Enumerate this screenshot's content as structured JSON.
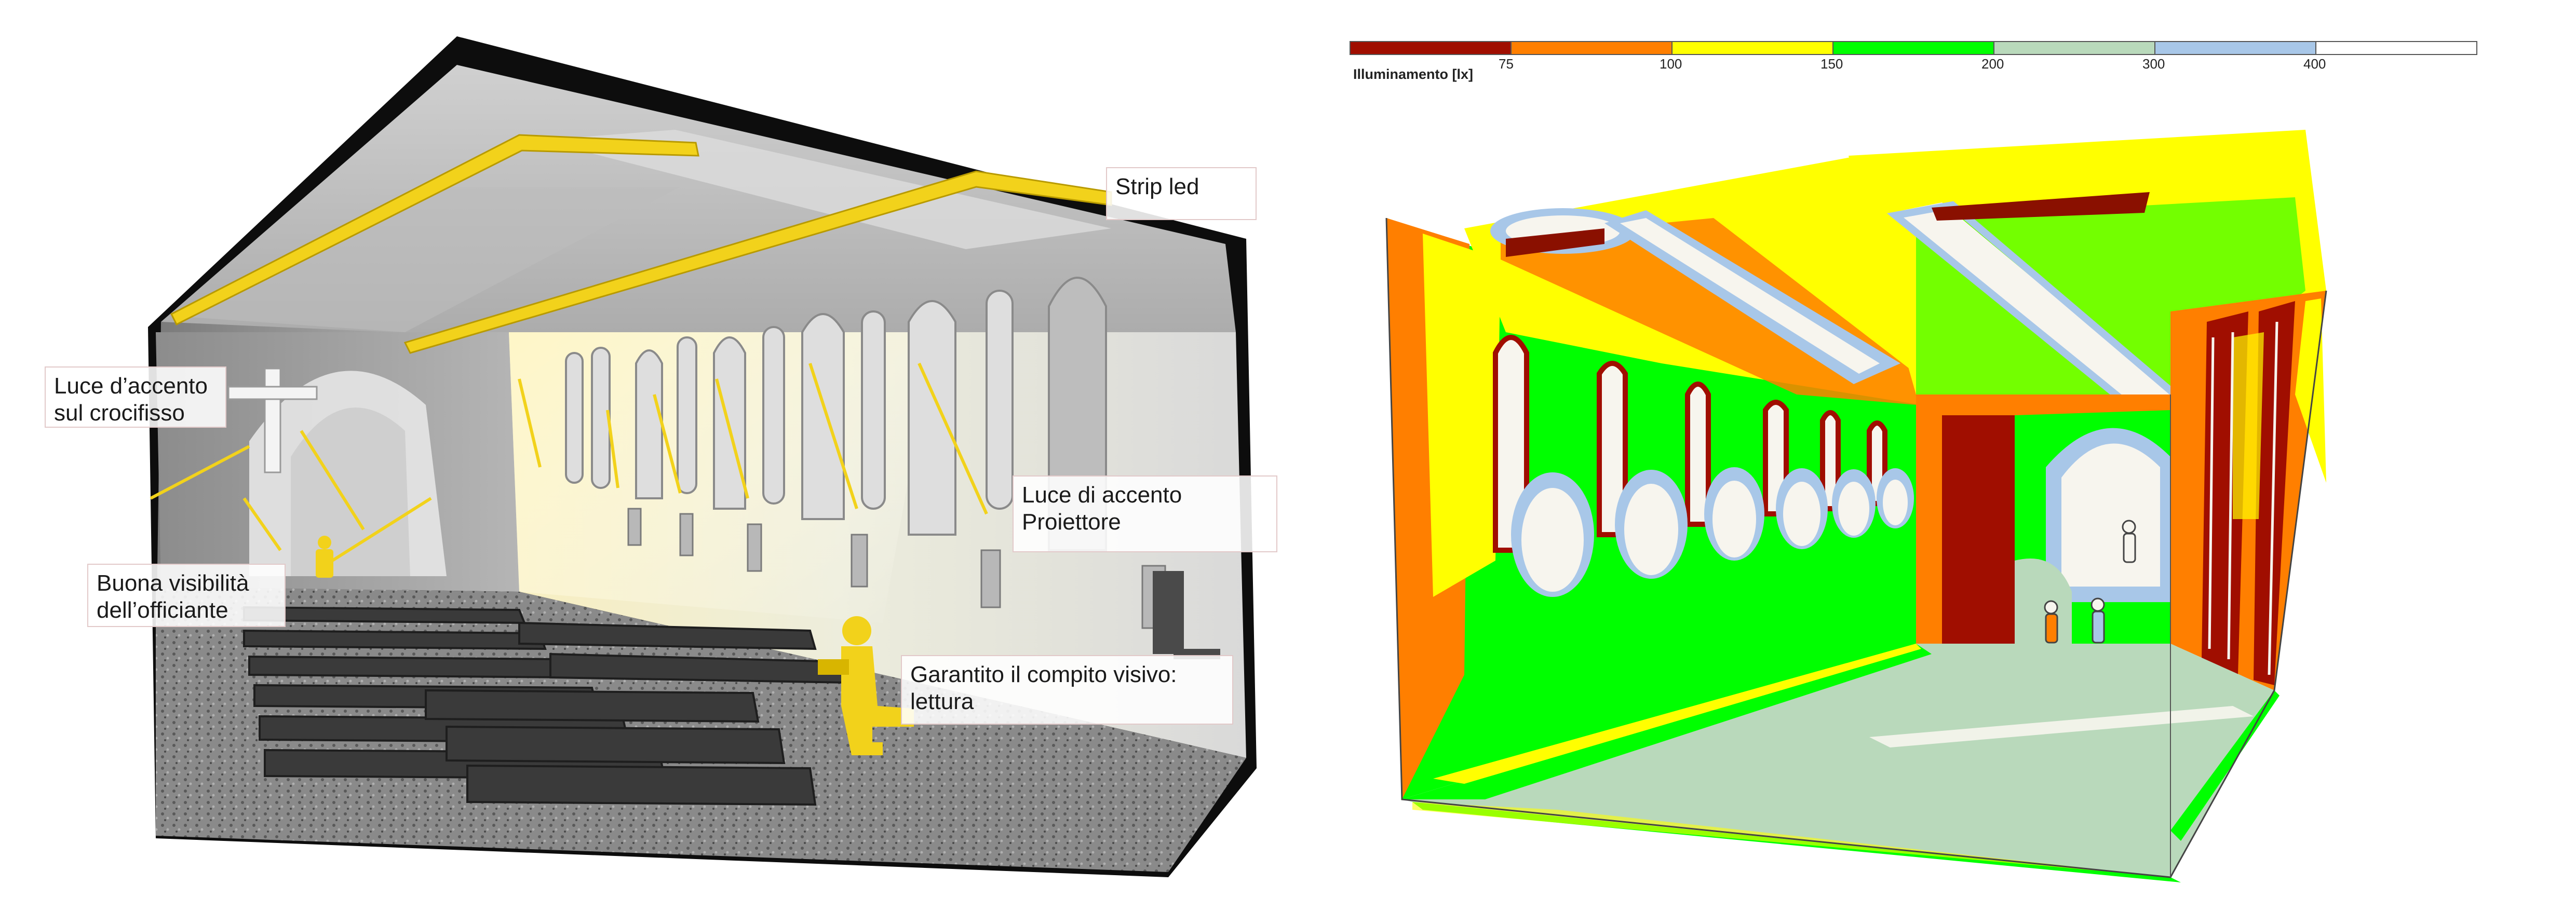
{
  "left_panel": {
    "callouts": [
      {
        "lines": [
          "Strip led"
        ]
      },
      {
        "lines": [
          "Luce  d’accento",
          "sul crocifisso"
        ]
      },
      {
        "lines": [
          "Luce di accento",
          "Proiettore"
        ]
      },
      {
        "lines": [
          "Buona visibilità",
          "dell’officiante"
        ]
      },
      {
        "lines": [
          "Garantito il compito visivo:",
          "lettura"
        ]
      }
    ]
  },
  "legend": {
    "title": "Illuminamento [lx]",
    "ticks": [
      "75",
      "100",
      "150",
      "200",
      "300",
      "400"
    ],
    "colors": [
      "#a00e00",
      "#ff7f00",
      "#ffff00",
      "#00ff00",
      "#b9d9bb",
      "#a8c7e8",
      "#ffffff"
    ]
  },
  "colors": {
    "accent_yellow": "#f2d21b",
    "frame_black": "#0d0d0d",
    "orange": "#ff7f00",
    "yellow": "#ffff00",
    "green": "#00ff00",
    "sage": "#b9d9bb",
    "lightblue": "#a8c7e8",
    "darkred": "#a00e00"
  }
}
